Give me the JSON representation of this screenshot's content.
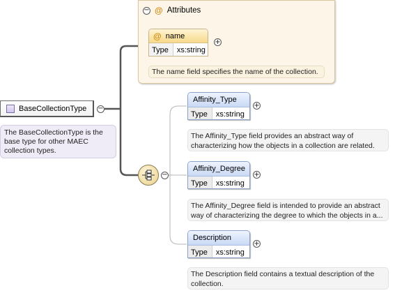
{
  "root": {
    "name": "BaseCollectionType",
    "doc_lines": [
      "The BaseCollectionType is the",
      "base type for other MAEC",
      "collection types."
    ]
  },
  "attributes": {
    "header": "Attributes",
    "attribute": {
      "name": "name",
      "type_label": "Type",
      "type_value": "xs:string",
      "doc": "The name field specifies the name of the collection."
    }
  },
  "sequence": {
    "elements": [
      {
        "name": "Affinity_Type",
        "type_label": "Type",
        "type_value": "xs:string",
        "doc_lines": [
          "The Affinity_Type field provides an abstract way of",
          "characterizing how the objects in a collection are related."
        ]
      },
      {
        "name": "Affinity_Degree",
        "type_label": "Type",
        "type_value": "xs:string",
        "doc_lines": [
          "The Affinity_Degree field is intended to provide an abstract",
          "way of characterizing the degree to which the objects in a..."
        ]
      },
      {
        "name": "Description",
        "type_label": "Type",
        "type_value": "xs:string",
        "doc_lines": [
          "The Description field contains a textual description of the",
          "collection."
        ]
      }
    ]
  },
  "icons": {
    "collapse": "minus-circle-icon",
    "expand": "plus-circle-icon",
    "attribute": "at-sign-icon",
    "complex_type": "type-square-icon",
    "sequence": "sequence-compositor-icon"
  },
  "colors": {
    "attribute_header": "#f7d98a",
    "element_header": "#c9d9f5",
    "type_icon": "#cfc4ec",
    "root_doc_bg": "#efecf7"
  }
}
